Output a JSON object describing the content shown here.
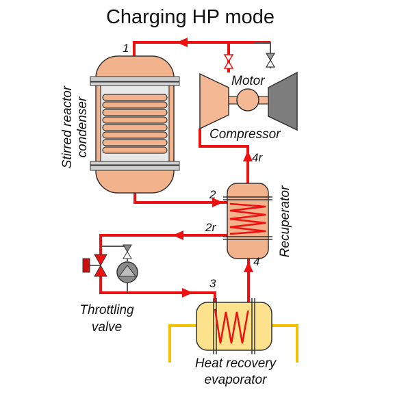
{
  "title": "Charging HP mode",
  "labels": {
    "stirred_reactor_line1": "Stirred reactor",
    "stirred_reactor_line2": "condenser",
    "motor": "Motor",
    "compressor": "Compressor",
    "recuperator": "Recuperator",
    "throttling_line1": "Throttling",
    "throttling_line2": "valve",
    "evaporator_line1": "Heat recovery",
    "evaporator_line2": "evaporator"
  },
  "state_points": [
    "1",
    "2",
    "2r",
    "3",
    "4",
    "4r"
  ],
  "colors": {
    "refrigerant_line": "#ee1111",
    "heat_source_line": "#f2c200",
    "vessel_fill": "#f1b28c",
    "evaporator_fill": "#fce28c",
    "compressor_fill": "#f4b894",
    "turbine_fill": "#7d7d7d",
    "pump_fill": "#8a8a8a"
  },
  "icons": [
    "condenser-vessel",
    "heating-coil",
    "compressor",
    "motor",
    "valve",
    "pump",
    "heat-exchanger"
  ]
}
